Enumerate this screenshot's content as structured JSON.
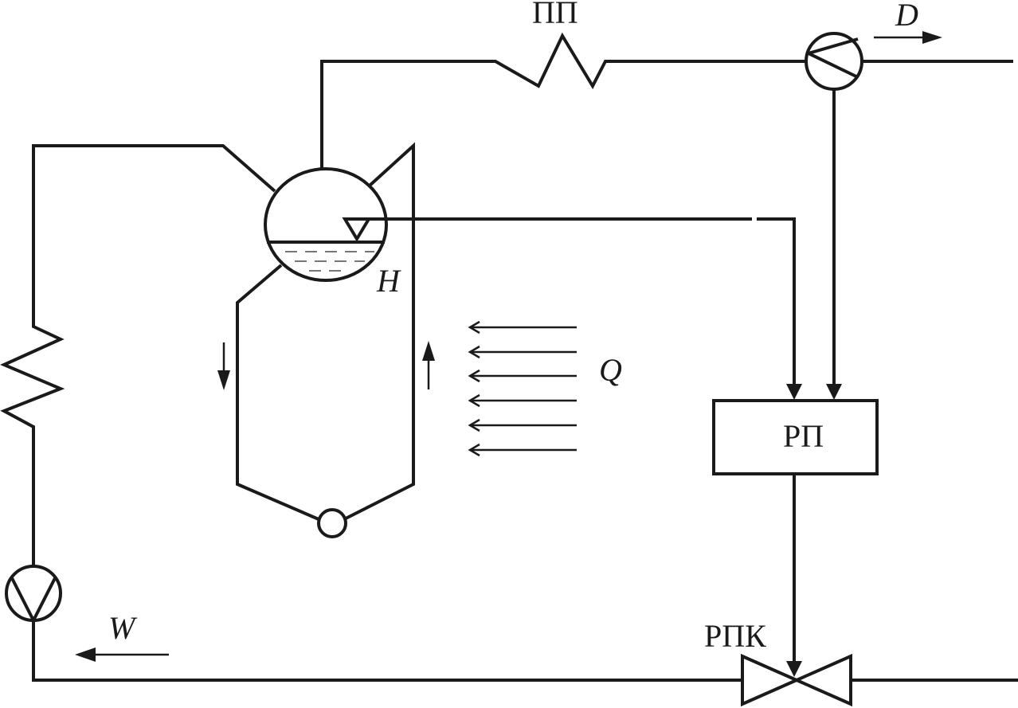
{
  "labels": {
    "superheater": "ПП",
    "steam_flow": "D",
    "level": "H",
    "heat": "Q",
    "controller": "РП",
    "valve": "РПК",
    "feedwater": "W"
  },
  "colors": {
    "line": "#1a1a1a",
    "background": "#ffffff"
  }
}
